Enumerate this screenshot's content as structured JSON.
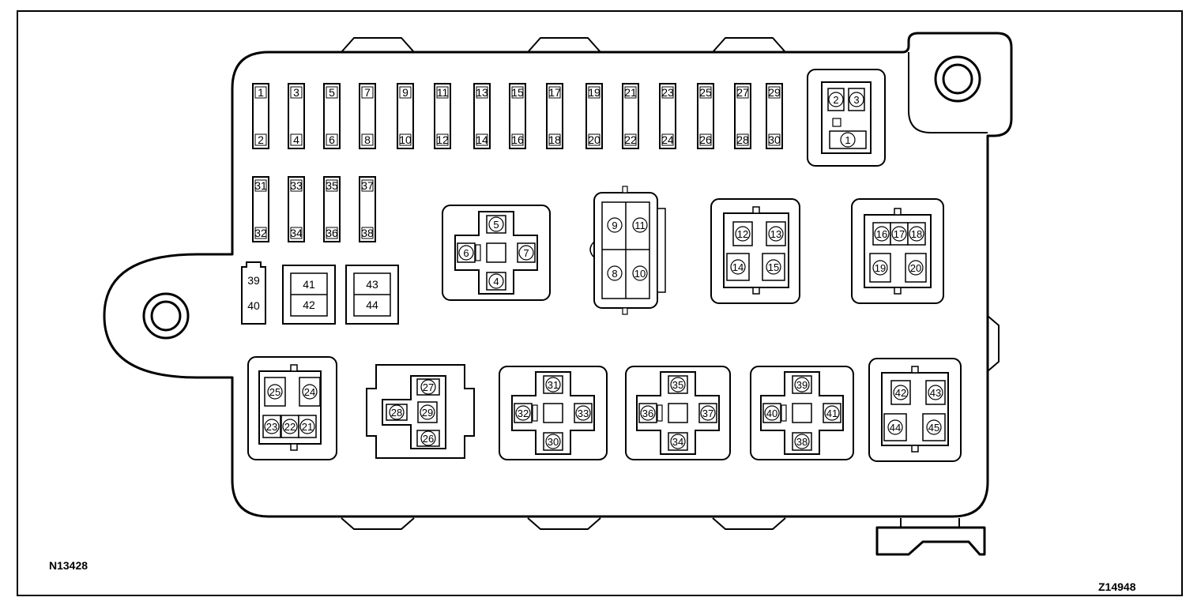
{
  "codes": {
    "left": "N13428",
    "right": "Z14948"
  },
  "fuses": [
    [
      "1",
      "2"
    ],
    [
      "3",
      "4"
    ],
    [
      "5",
      "6"
    ],
    [
      "7",
      "8"
    ],
    [
      "9",
      "10"
    ],
    [
      "11",
      "12"
    ],
    [
      "13",
      "14"
    ],
    [
      "15",
      "16"
    ],
    [
      "17",
      "18"
    ],
    [
      "19",
      "20"
    ],
    [
      "21",
      "22"
    ],
    [
      "23",
      "24"
    ],
    [
      "25",
      "26"
    ],
    [
      "27",
      "28"
    ],
    [
      "29",
      "30"
    ],
    [
      "31",
      "32"
    ],
    [
      "33",
      "34"
    ],
    [
      "35",
      "36"
    ],
    [
      "37",
      "38"
    ],
    [
      "39",
      "40"
    ]
  ],
  "square_blocks": [
    [
      "41",
      "42"
    ],
    [
      "43",
      "44"
    ]
  ],
  "connector_top_right": [
    "2",
    "3",
    "1"
  ],
  "relay_cross_a": [
    "5",
    "6",
    "7",
    "4"
  ],
  "relay_tall": [
    "9",
    "11",
    "8",
    "10"
  ],
  "relay_quad_a": [
    "12",
    "13",
    "14",
    "15"
  ],
  "relay_five_a": [
    "16",
    "17",
    "18",
    "19",
    "20"
  ],
  "relay_five_b": [
    "25",
    "24",
    "23",
    "22",
    "21"
  ],
  "relay_cross_b": [
    "27",
    "28",
    "29",
    "26"
  ],
  "relay_cross_c": [
    "31",
    "32",
    "33",
    "30"
  ],
  "relay_cross_d": [
    "35",
    "36",
    "37",
    "34"
  ],
  "relay_cross_e": [
    "39",
    "40",
    "41",
    "38"
  ],
  "relay_quad_b": [
    "42",
    "43",
    "44",
    "45"
  ]
}
